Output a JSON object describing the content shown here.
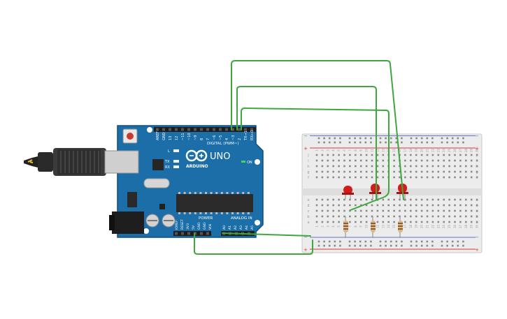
{
  "arduino": {
    "brand": "ARDUINO",
    "model": "UNO",
    "digital_header": "DIGITAL (PWM~)",
    "power_header": "POWER",
    "analog_header": "ANALOG IN",
    "on_label": "ON",
    "led_l": "L",
    "led_tx": "TX",
    "led_rx": "RX",
    "digital_pins": [
      "AREF",
      "GND",
      "13",
      "12",
      "~11",
      "~10",
      "~9",
      "8",
      "7",
      "~6",
      "~5",
      "4",
      "~3",
      "2",
      "TX→1",
      "RX←0"
    ],
    "power_pins": [
      "IOREF",
      "RESET",
      "3V3",
      "5V",
      "GND",
      "GND",
      "VIN"
    ],
    "analog_pins": [
      "A0",
      "A1",
      "A2",
      "A3",
      "A4",
      "A5"
    ]
  },
  "breadboard": {
    "columns": 30,
    "row_letters_top": [
      "j",
      "i",
      "h",
      "g",
      "f"
    ],
    "row_letters_bottom": [
      "e",
      "d",
      "c",
      "b",
      "a"
    ],
    "rail_minus": "−",
    "rail_plus": "+"
  },
  "colors": {
    "board": "#1b6ea8",
    "board_edge": "#0f4f7c",
    "wire": "#3fa640",
    "led": "#d21b1b",
    "breadboard": "#ececec",
    "rail_red": "#d6383a",
    "rail_blue": "#5a77c9"
  },
  "icons": {
    "usb": "usb-cable-icon",
    "logo": "arduino-infinity-logo-icon"
  }
}
